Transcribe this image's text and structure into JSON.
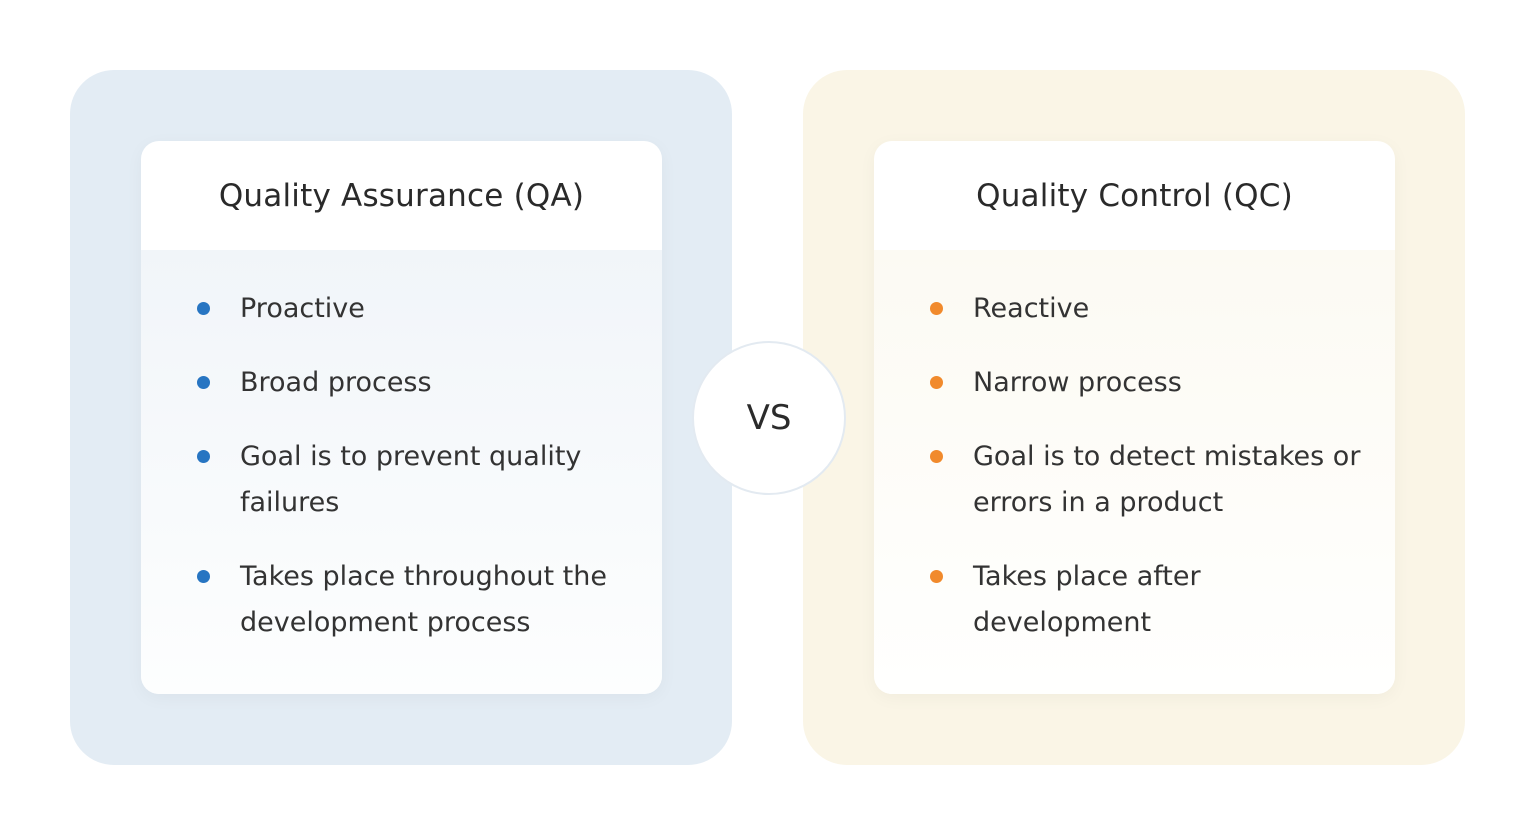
{
  "qa": {
    "title": "Quality Assurance (QA)",
    "bullet_color": "#2775c2",
    "items": [
      "Proactive",
      "Broad process",
      "Goal is to prevent quality failures",
      "Takes place throughout the development process"
    ]
  },
  "qc": {
    "title": "Quality Control (QC)",
    "bullet_color": "#f18a2c",
    "items": [
      "Reactive",
      "Narrow process",
      "Goal is to detect mistakes or errors in a product",
      "Takes place after development"
    ]
  },
  "vs_label": "VS"
}
